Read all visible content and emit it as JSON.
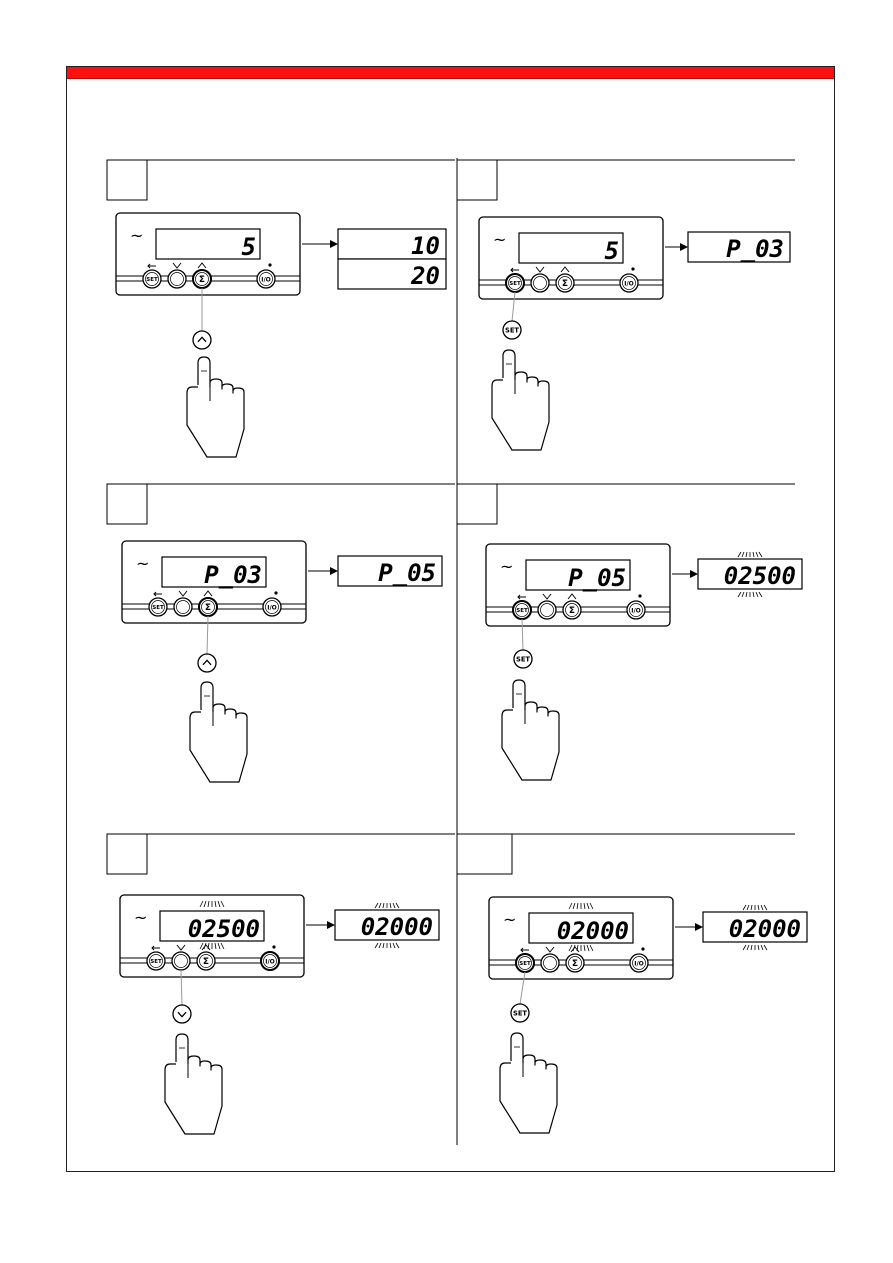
{
  "panels": [
    {
      "display": "5",
      "results": [
        "10",
        "20"
      ],
      "pressed": "up"
    },
    {
      "display": "5",
      "results": [
        "P_03"
      ],
      "pressed": "set"
    },
    {
      "display": "P_03",
      "results": [
        "P_05"
      ],
      "pressed": "up"
    },
    {
      "display": "P_05",
      "results": [
        "02500"
      ],
      "pressed": "set"
    },
    {
      "display": "02500",
      "results": [
        "02000"
      ],
      "pressed": "down"
    },
    {
      "display": "02000",
      "results": [
        "02000"
      ],
      "pressed": "set"
    }
  ],
  "device": {
    "tilde": "~",
    "set_label": "SET",
    "sum_label": "Σ",
    "power_label": "I/O"
  },
  "colors": {
    "header_bar": "#ff1010"
  }
}
